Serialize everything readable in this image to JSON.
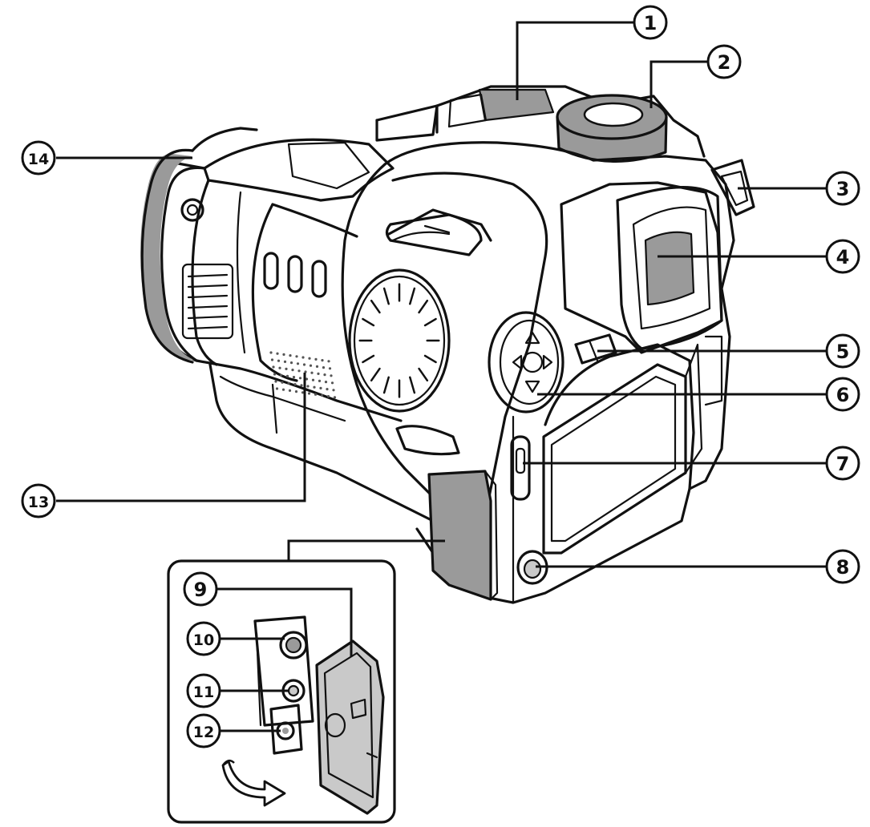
{
  "callouts": [
    {
      "id": "1",
      "label": "1"
    },
    {
      "id": "2",
      "label": "2"
    },
    {
      "id": "3",
      "label": "3"
    },
    {
      "id": "4",
      "label": "4"
    },
    {
      "id": "5",
      "label": "5"
    },
    {
      "id": "6",
      "label": "6"
    },
    {
      "id": "7",
      "label": "7"
    },
    {
      "id": "8",
      "label": "8"
    },
    {
      "id": "9",
      "label": "9"
    },
    {
      "id": "10",
      "label": "10"
    },
    {
      "id": "11",
      "label": "11"
    },
    {
      "id": "12",
      "label": "12"
    },
    {
      "id": "13",
      "label": "13"
    },
    {
      "id": "14",
      "label": "14"
    }
  ],
  "colors": {
    "ink": "#111111",
    "shade": "#9a9a9a",
    "light_shade": "#c9c9c9",
    "background": "#ffffff"
  }
}
